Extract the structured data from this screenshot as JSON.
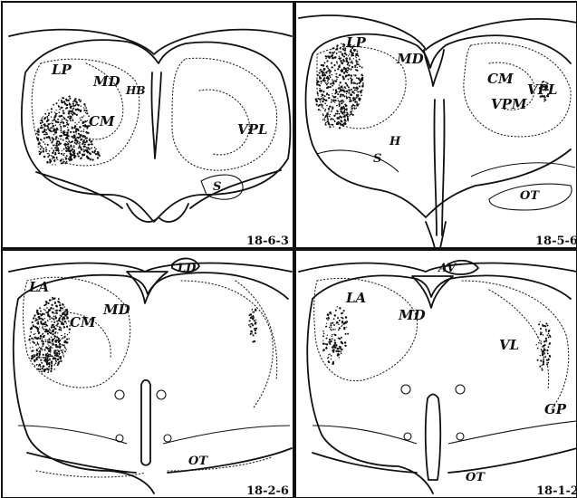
{
  "panels": [
    {
      "id": "18-6-3",
      "labels": [
        "LP",
        "MD",
        "HB",
        "CM",
        "VPL",
        "S"
      ]
    },
    {
      "id": "18-5-6",
      "labels": [
        "LP",
        "MD",
        "CM",
        "VPL",
        "VPM",
        "H",
        "S",
        "OT"
      ]
    },
    {
      "id": "18-2-6",
      "labels": [
        "LD",
        "LA",
        "MD",
        "CM",
        "OT"
      ]
    },
    {
      "id": "18-1-2",
      "labels": [
        "AV",
        "LA",
        "MD",
        "VL",
        "GP",
        "OT"
      ]
    }
  ],
  "colors": {
    "ink": "#111111",
    "paper": "#ffffff"
  }
}
